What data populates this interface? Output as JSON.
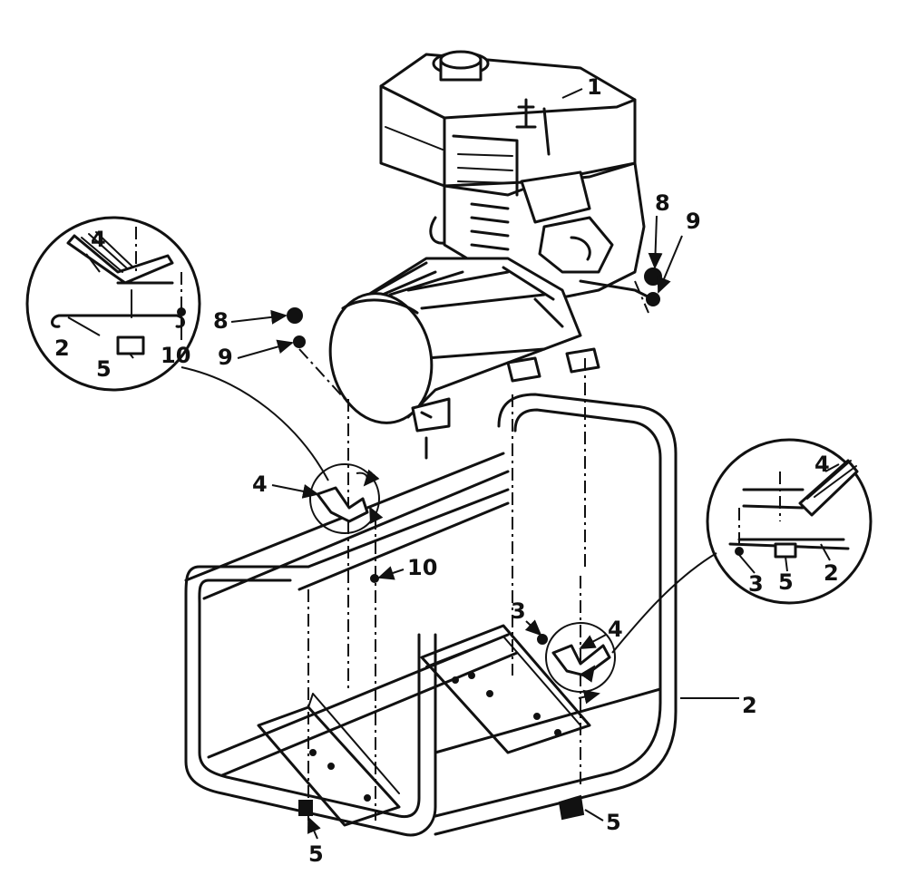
{
  "callouts": {
    "c1": "1",
    "c2": "2",
    "c3": "3",
    "c4": "4",
    "c5": "5",
    "c8": "8",
    "c9": "9",
    "c10": "10"
  },
  "colors": {
    "line": "#111111",
    "background": "#ffffff"
  }
}
